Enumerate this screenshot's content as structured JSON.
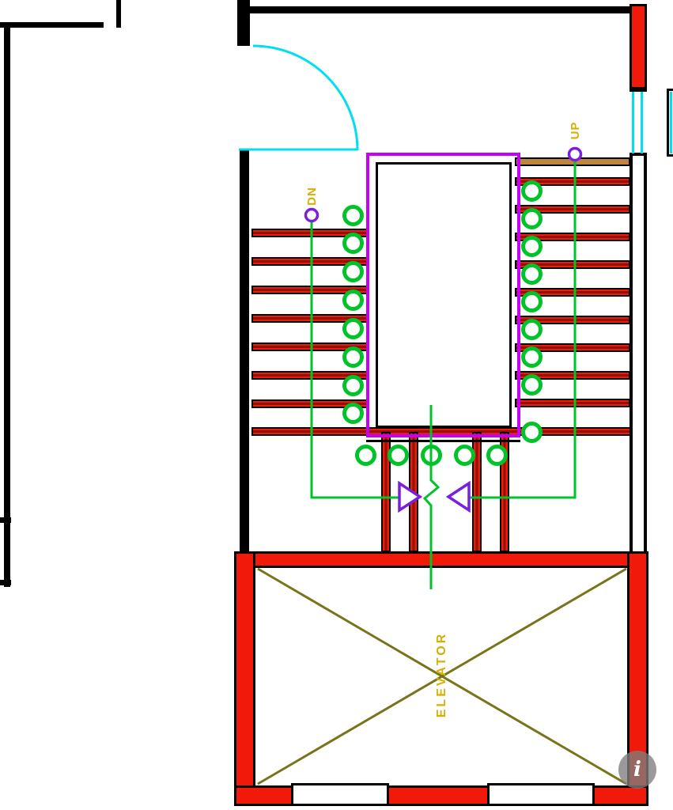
{
  "drawing": {
    "type": "floor-plan",
    "labels": {
      "stair_down": "DN",
      "stair_up": "UP",
      "elevator": "ELEVATOR"
    },
    "watermark": "i",
    "colors": {
      "wall": "#000000",
      "red": "#f0190a",
      "dark_red": "#8c1405",
      "magenta": "#c400f5",
      "purple": "#7a1fe0",
      "green": "#00c32a",
      "cyan": "#00dff0",
      "yellow": "#d9ae00",
      "olive": "#77741a",
      "tan": "#c0853c"
    }
  }
}
